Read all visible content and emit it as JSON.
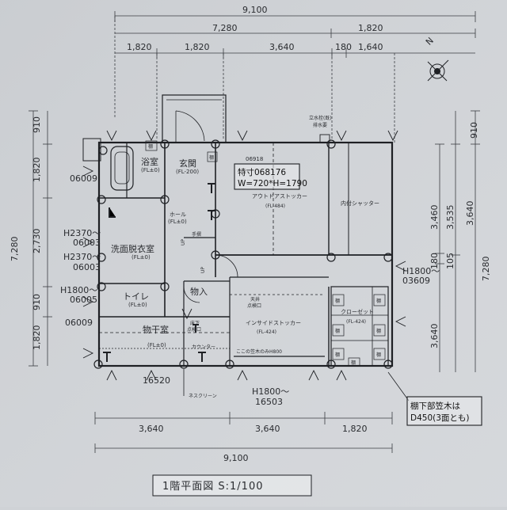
{
  "plan": {
    "title": "1階平面図 S:1/100",
    "dims_top": {
      "total": "9,100",
      "row2": [
        "7,280",
        "1,820"
      ],
      "row3": [
        "1,820",
        "1,820",
        "3,640",
        "180",
        "1,640"
      ]
    },
    "dims_bottom": {
      "row1": [
        "3,640",
        "3,640",
        "1,820"
      ],
      "total": "9,100"
    },
    "dims_left": {
      "total": "7,280",
      "segments": [
        "910",
        "1,820",
        "2,730",
        "910",
        "1,820"
      ]
    },
    "dims_right": {
      "total": "7,280",
      "inner_a": [
        "910",
        "3,460",
        "180",
        "3,640"
      ],
      "inner_b": [
        "3,535",
        "105"
      ],
      "inner_c": [
        "3,640"
      ]
    },
    "rooms": {
      "bath": "浴室",
      "bath_fl": "(FL±0)",
      "entrance": "玄関",
      "entrance_fl": "(FL-200)",
      "hall": "ホール",
      "hall_fl": "(FL±0)",
      "washroom": "洗面脱衣室",
      "washroom_fl": "(FL±0)",
      "toilet": "トイレ",
      "toilet_fl": "(FL±0)",
      "storage": "物入",
      "laundry": "物干室",
      "laundry_fl": "(FL±0)",
      "outside_stocker": "アウトドアストッカー",
      "outside_fl": "(FL-484)",
      "inside_stocker": "インサイドストッカー",
      "inside_fl": "(FL-424)",
      "closet": "クローゼット",
      "closet_fl": "(FL-424)",
      "shutter": "内付シャッター",
      "ceiling_hatch_1": "天井",
      "ceiling_hatch_2": "点検口",
      "floor_hatch_1": "床下",
      "floor_hatch_2": "点検口",
      "counter": "カウンター",
      "handrail": "手摺",
      "up_1": "UP",
      "up_2": "UP",
      "shelf": "棚"
    },
    "codes": {
      "c1": "06009",
      "c2": "H2370～",
      "c3": "06003",
      "c4": "H2370～",
      "c5": "06003",
      "c6": "H1800～",
      "c7": "06005",
      "c8": "06009",
      "c9": "16520",
      "c10": "H1800～",
      "c11": "16503",
      "c12": "H1800～",
      "c13": "03609",
      "c14": "06918"
    },
    "notes": {
      "drain_1": "立水栓(既)",
      "drain_2": "排水要",
      "special_1": "特寸068176",
      "special_2": "W=720*H=1790",
      "frame_only": "ここの笠木のみH800",
      "screen": "ネスクリーン",
      "shelf_note_1": "棚下部笠木は",
      "shelf_note_2": "D450(3面とも)"
    },
    "north_label": "N"
  }
}
